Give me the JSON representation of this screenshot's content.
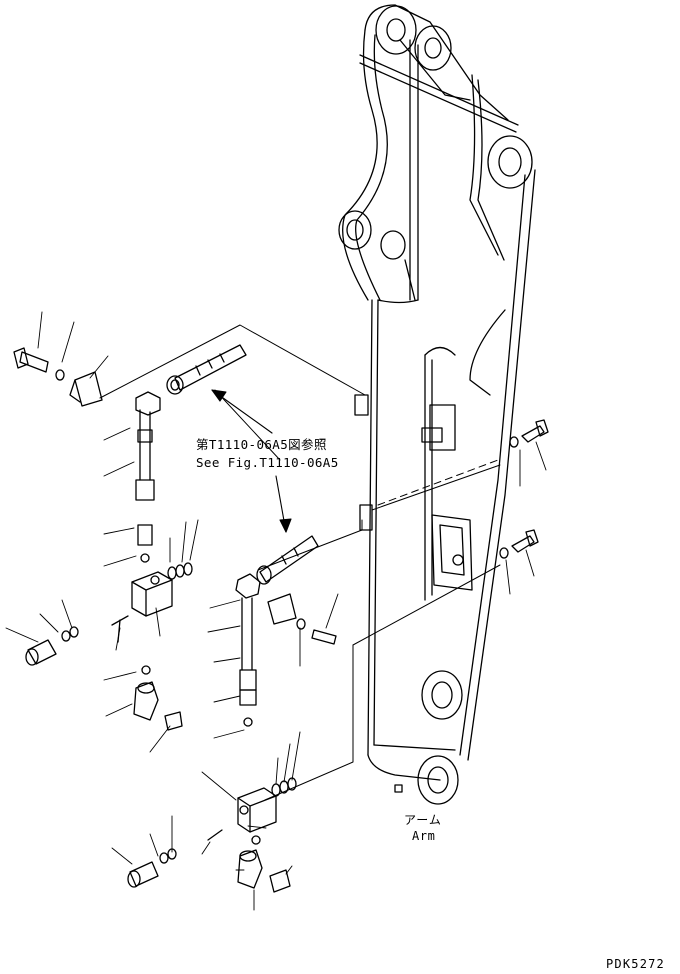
{
  "reference": {
    "jp": "第T1110-06A5図参照",
    "en": "See Fig.T1110-06A5"
  },
  "arm_label": {
    "jp": "アーム",
    "en": "Arm"
  },
  "figure_code": "PDK5272",
  "colors": {
    "ink": "#000000",
    "paper": "#ffffff"
  }
}
